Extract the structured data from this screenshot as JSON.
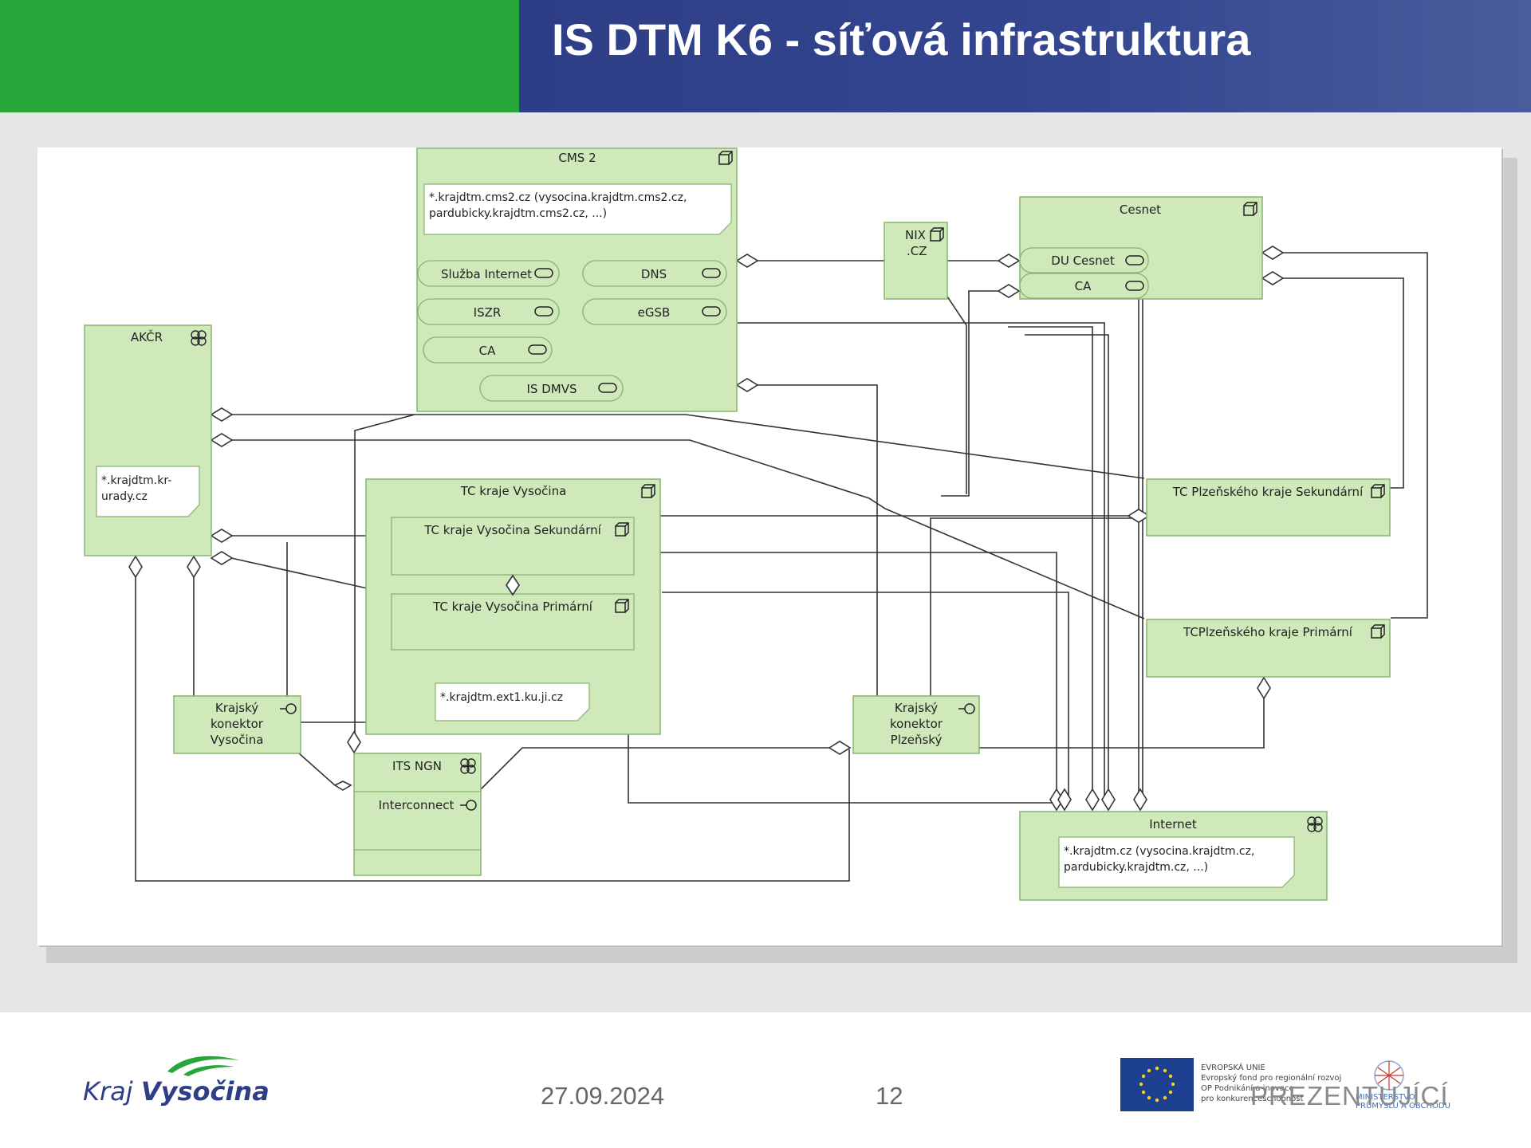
{
  "header": {
    "title": "IS DTM K6  - síťová infrastruktura"
  },
  "diagram": {
    "cms2": {
      "title": "CMS 2",
      "note": [
        "*.krajdtm.cms2.cz (vysocina.krajdtm.cms2.cz,",
        "pardubicky.krajdtm.cms2.cz, ...)"
      ],
      "services": [
        "Služba Internet",
        "DNS",
        "ISZR",
        "eGSB",
        "CA",
        "IS DMVS"
      ]
    },
    "nix": {
      "title": [
        "NIX",
        ".CZ"
      ]
    },
    "cesnet": {
      "title": "Cesnet",
      "services": [
        "DU Cesnet",
        "CA"
      ]
    },
    "akcr": {
      "title": "AKČR",
      "note": [
        "*.krajdtm.kr-",
        "urady.cz"
      ]
    },
    "tc_vysocina": {
      "title": "TC kraje Vysočina",
      "secondary": "TC kraje Vysočina Sekundární",
      "primary": "TC kraje Vysočina Primární",
      "note": "*.krajdtm.ext1.ku.ji.cz"
    },
    "tc_plzen_sek": {
      "title": "TC Plzeňského kraje Sekundární"
    },
    "tc_plzen_prim": {
      "title": "TCPlzeňského kraje Primární"
    },
    "konektor_vysocina": {
      "title": [
        "Krajský",
        "konektor",
        "Vysočina"
      ]
    },
    "konektor_plzen": {
      "title": [
        "Krajský",
        "konektor",
        "Plzeňský"
      ]
    },
    "its_ngn": {
      "title": "ITS NGN",
      "interface": "Interconnect"
    },
    "internet": {
      "title": "Internet",
      "note": [
        "*.krajdtm.cz (vysocina.krajdtm.cz,",
        "pardubicky.krajdtm.cz, ...)"
      ]
    }
  },
  "footer": {
    "date": "27.09.2024",
    "page": "12",
    "presenter": "PREZENTUJÍCÍ",
    "logo": {
      "kraj": "Kraj ",
      "vysocina": "Vysočina"
    },
    "eu": [
      "EVROPSKÁ UNIE",
      "Evropský fond pro regionální rozvoj",
      "OP Podnikání a inovace",
      "pro konkurenceschopnost"
    ],
    "mpo": [
      "MINISTERSTVO",
      "PRŮMYSLU A OBCHODU"
    ]
  },
  "colors": {
    "header_green": "#27a639",
    "header_blue": "#2e3e86",
    "node_fill": "#cfe9bb",
    "node_stroke": "#88b36e"
  }
}
